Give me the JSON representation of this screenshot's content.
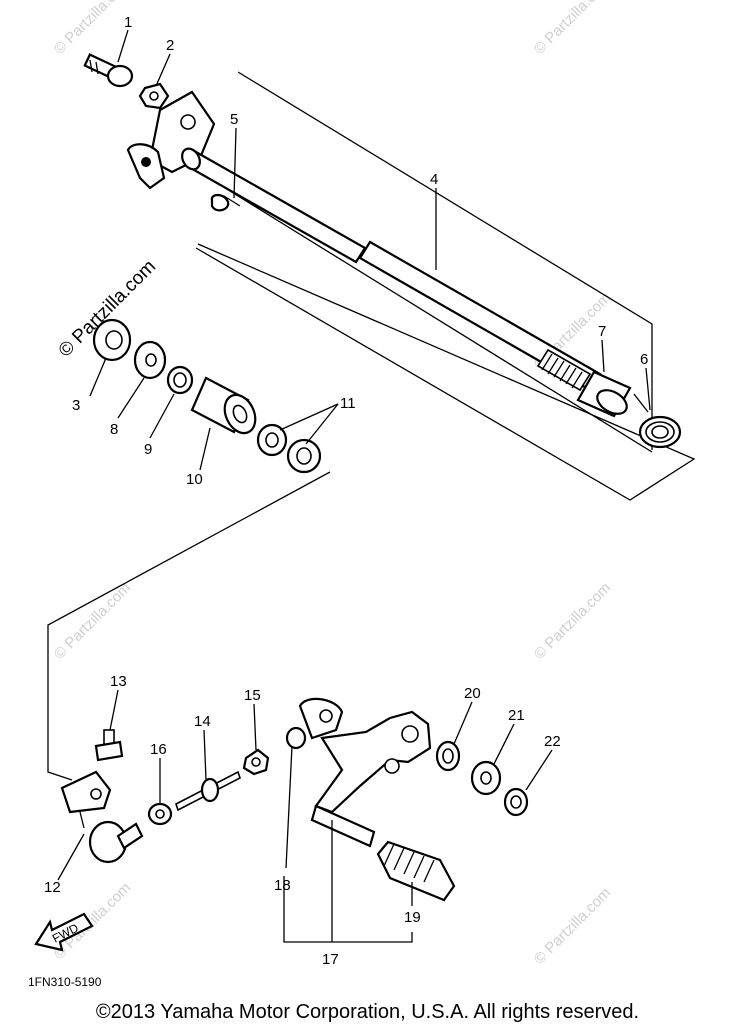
{
  "diagram": {
    "watermark": "© Partzilla.com",
    "part_code": "1FN310-5190",
    "arrow_label": "FWD",
    "callouts": [
      "1",
      "2",
      "3",
      "4",
      "5",
      "6",
      "7",
      "8",
      "9",
      "10",
      "11",
      "12",
      "13",
      "14",
      "15",
      "16",
      "17",
      "18",
      "19",
      "20",
      "21",
      "22"
    ]
  },
  "footer": {
    "copyright": "©2013 Yamaha Motor Corporation, U.S.A. All rights reserved."
  }
}
